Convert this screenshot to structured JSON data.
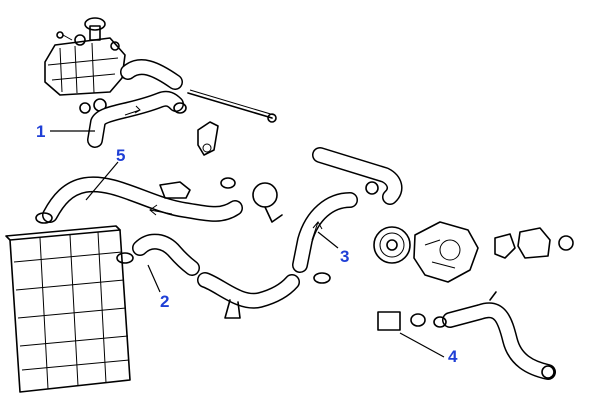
{
  "colors": {
    "label": "#1f3fd6",
    "ink": "#000000",
    "paper": "#ffffff"
  },
  "callouts": [
    {
      "id": "1",
      "text": "1"
    },
    {
      "id": "2",
      "text": "2"
    },
    {
      "id": "3",
      "text": "3"
    },
    {
      "id": "4",
      "text": "4"
    },
    {
      "id": "5",
      "text": "5"
    }
  ]
}
